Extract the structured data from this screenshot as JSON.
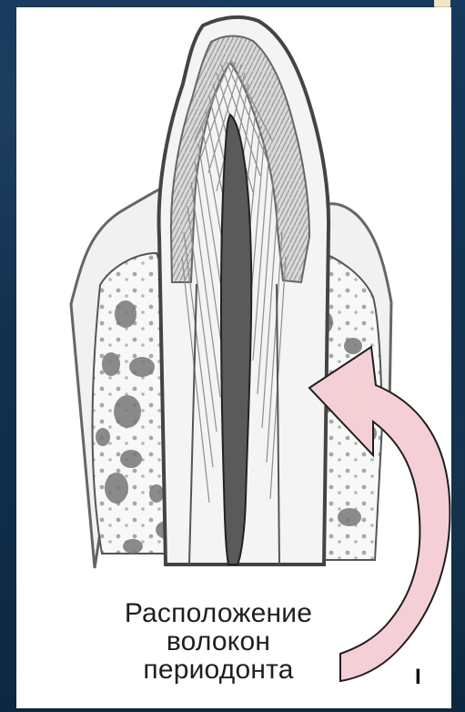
{
  "diagram": {
    "caption_lines": [
      "Расположение",
      "волокон",
      "периодонта"
    ],
    "number_label": "I",
    "arrow_color": "#f5cfd6"
  }
}
